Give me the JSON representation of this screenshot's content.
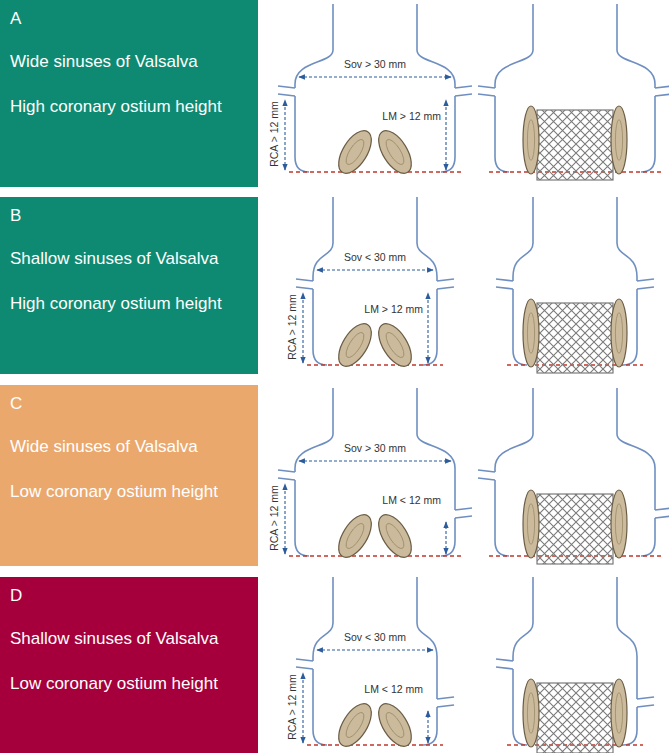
{
  "diagram": {
    "nodes": [
      {
        "text": [
          "A",
          "Wide sinuses of Valsalva",
          "High coronary ostium height"
        ]
      },
      {
        "text": [
          "B",
          "Shallow sinuses of Valsalva",
          "High coronary ostium height"
        ]
      },
      {
        "text": [
          "C",
          "Wide sinuses of Valsalva",
          "Low coronary ostium height"
        ]
      },
      {
        "text": [
          "D",
          "Shallow sinuses of Valsalva",
          "Low coronary ostium height"
        ]
      }
    ],
    "labels": [
      "Sov > 30 mm",
      "RCA > 12 mm",
      "LM > 12 mm",
      "Sov < 30 mm",
      "RCA > 12 mm",
      "LM > 12 mm",
      "Sov > 30 mm",
      "RCA > 12 mm",
      "LM < 12 mm",
      "Sov < 30 mm",
      "RCA > 12 mm",
      "LM < 12 mm"
    ]
  }
}
